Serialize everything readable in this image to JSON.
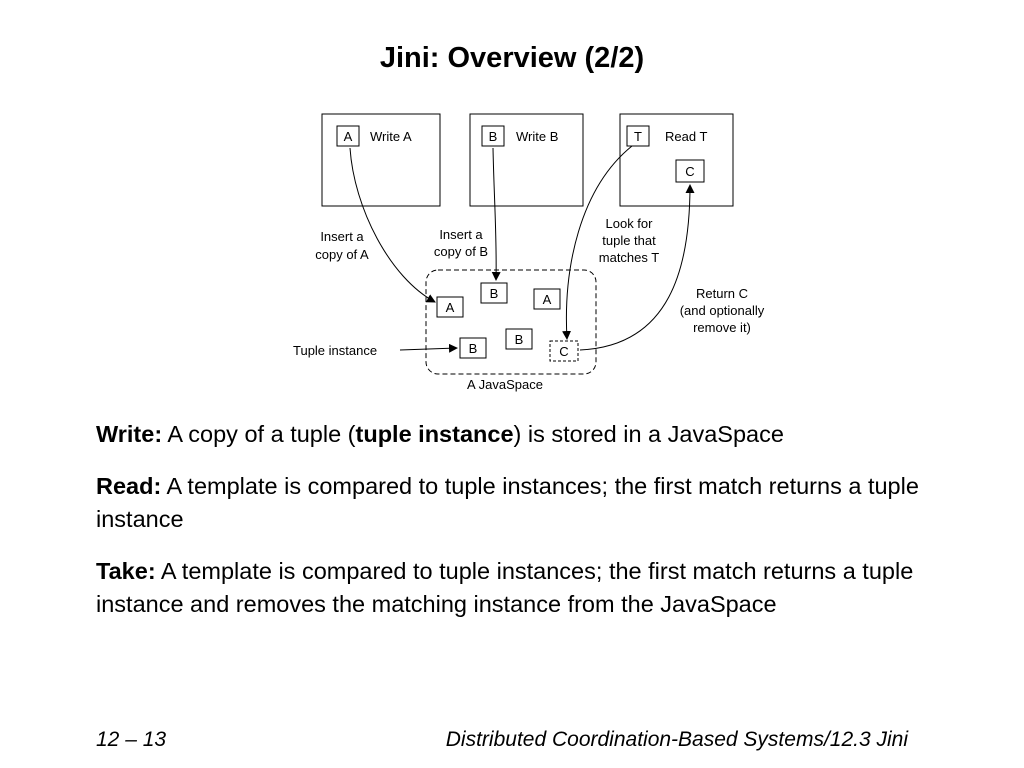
{
  "slide": {
    "title": "Jini: Overview (2/2)"
  },
  "diagram": {
    "process_a": {
      "key": "A",
      "label": "Write A"
    },
    "process_b": {
      "key": "B",
      "label": "Write B"
    },
    "process_t": {
      "key": "T",
      "label": "Read T",
      "result": "C"
    },
    "insert_a": [
      "Insert a",
      "copy of A"
    ],
    "insert_b": [
      "Insert a",
      "copy of B"
    ],
    "lookup": [
      "Look for",
      "tuple that",
      "matches T"
    ],
    "return_c": [
      "Return C",
      "(and optionally",
      "remove it)"
    ],
    "tuple_instance_label": "Tuple instance",
    "space_label": "A JavaSpace",
    "space_tuples": [
      "A",
      "B",
      "A",
      "B",
      "B",
      "C"
    ]
  },
  "bullets": [
    {
      "term": "Write:",
      "pre": " A copy of a tuple (",
      "bold": "tuple instance",
      "post": ") is stored in a JavaSpace"
    },
    {
      "term": "Read:",
      "text": " A template is compared to tuple instances; the first match returns a tuple instance"
    },
    {
      "term": "Take:",
      "text": " A template is compared to tuple instances; the first match returns a tuple instance and removes the matching instance from the JavaSpace"
    }
  ],
  "footer": {
    "page": "12 – 13",
    "course": "Distributed Coordination-Based Systems/12.3 Jini"
  }
}
